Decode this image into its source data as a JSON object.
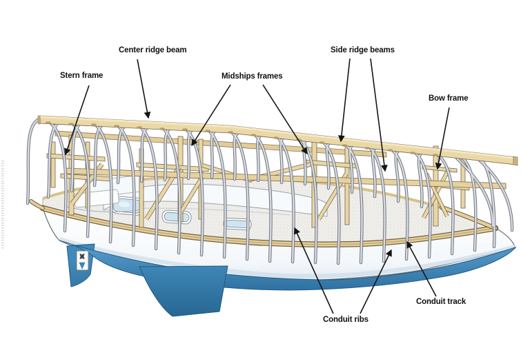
{
  "figure": {
    "type": "technical-illustration",
    "subject": "Sailboat winter-cover frame: ridge beams, support frames, conduit ribs and track over a sailboat hull",
    "background": "#ffffff"
  },
  "callouts": {
    "stern_frame": {
      "text": "Stern frame"
    },
    "center_ridge_beam": {
      "text": "Center ridge beam"
    },
    "midships_frames": {
      "text": "Midships frames"
    },
    "side_ridge_beams": {
      "text": "Side ridge beams"
    },
    "bow_frame": {
      "text": "Bow frame"
    },
    "conduit_ribs": {
      "text": "Conduit ribs"
    },
    "conduit_track": {
      "text": "Conduit track"
    }
  },
  "colors": {
    "wood": "#e9d6a4",
    "wood_dark": "#cdb47c",
    "conduit_fill": "#d9dbe1",
    "conduit_outline": "#70757e",
    "hull_white": "#ffffff",
    "hull_shade": "#dce7f0",
    "bottom_paint": "#4290c0",
    "bottom_paint_dark": "#2b6c9a",
    "deck": "#efeeea",
    "window": "#cfe4f1",
    "label_text": "#101010",
    "arrow": "#141414"
  }
}
